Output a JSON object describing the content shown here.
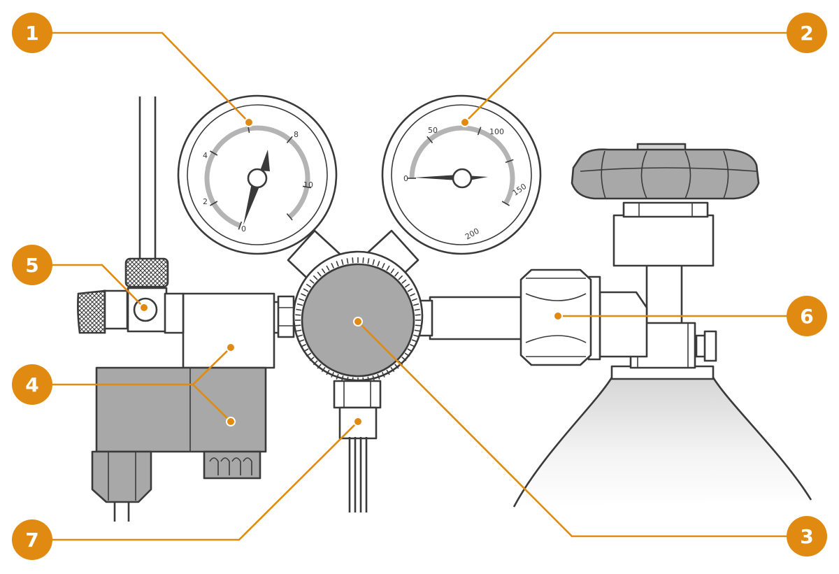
{
  "callouts": [
    {
      "number": "1"
    },
    {
      "number": "2"
    },
    {
      "number": "3"
    },
    {
      "number": "4"
    },
    {
      "number": "5"
    },
    {
      "number": "6"
    },
    {
      "number": "7"
    }
  ],
  "working_gauge": {
    "scale_labels": [
      "0",
      "2",
      "4",
      "8",
      "10"
    ]
  },
  "cylinder_gauge": {
    "scale_labels": [
      "0",
      "50",
      "100",
      "150",
      "200"
    ]
  },
  "colors": {
    "accent": "#e08a12",
    "outline": "#3a3a3a",
    "metal": "#a8a8a8",
    "light_metal": "#d4d4d4"
  }
}
